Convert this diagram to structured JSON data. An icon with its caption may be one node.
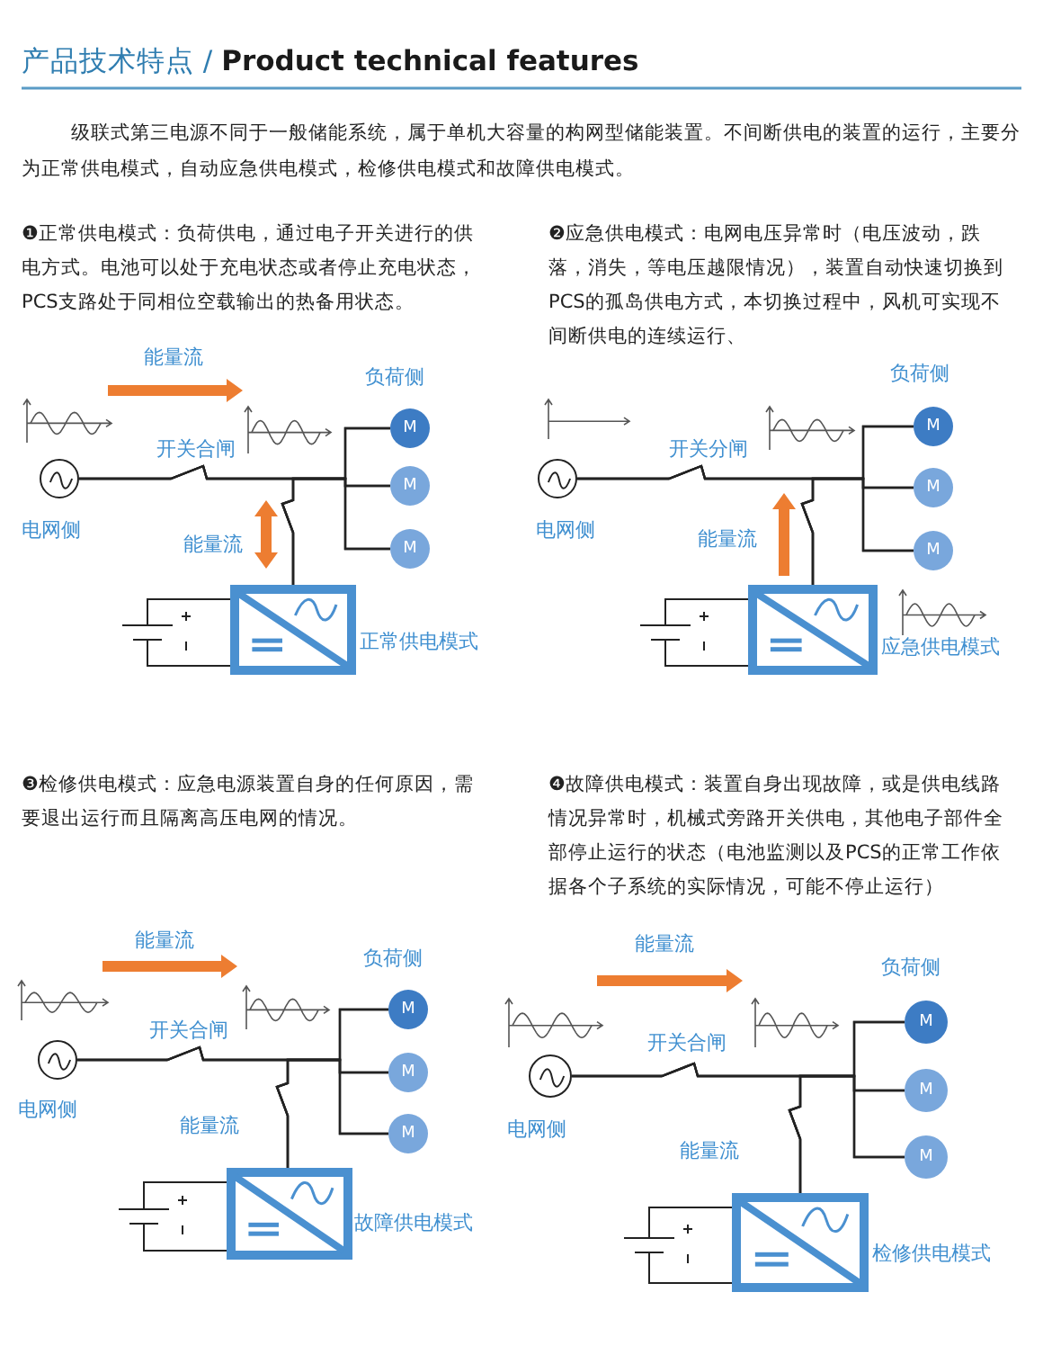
{
  "diagram": {
    "title": "产品技术特点 / **Product technical features**",
    "nodes": [
      {
        "text": [],
        "shape": "circle",
        "beside": [
          "电网侧"
        ]
      },
      {
        "text": [
          "M"
        ]
      },
      {
        "text": [
          "M"
        ]
      },
      {
        "text": [
          "M"
        ]
      },
      {
        "text": [],
        "shape": "box",
        "beside": [
          "正常供电模式"
        ]
      },
      {
        "text": [],
        "shape": "circle",
        "beside": [
          "电网侧"
        ]
      },
      {
        "text": [
          "M"
        ]
      },
      {
        "text": [
          "M"
        ]
      },
      {
        "text": [
          "M"
        ]
      },
      {
        "text": [],
        "shape": "box",
        "beside": [
          "应急供电模式"
        ]
      },
      {
        "text": [],
        "shape": "circle",
        "beside": [
          "电网侧"
        ]
      },
      {
        "text": [
          "M"
        ]
      },
      {
        "text": [
          "M"
        ]
      },
      {
        "text": [
          "M"
        ]
      },
      {
        "text": [],
        "shape": "box",
        "beside": [
          "故障供电模式"
        ]
      },
      {
        "text": [],
        "shape": "circle",
        "beside": [
          "电网侧"
        ]
      },
      {
        "text": [
          "M"
        ]
      },
      {
        "text": [
          "M"
        ]
      },
      {
        "text": [
          "M"
        ]
      },
      {
        "text": [],
        "shape": "box",
        "beside": [
          "检修供电模式"
        ]
      }
    ],
    "edges": [
      {
        "from": 0,
        "to": 1,
        "arrow": "none"
      },
      {
        "from": 0,
        "to": 2,
        "arrow": "none"
      },
      {
        "from": 0,
        "to": 3,
        "arrow": "none"
      },
      {
        "from": 4,
        "to": 1,
        "arrow": "none"
      },
      {
        "from": 4,
        "to": 2,
        "arrow": "none"
      },
      {
        "from": 4,
        "to": 3,
        "arrow": "none"
      },
      {
        "from": 5,
        "to": 6,
        "arrow": "none"
      },
      {
        "from": 5,
        "to": 7,
        "arrow": "none"
      },
      {
        "from": 5,
        "to": 8,
        "arrow": "none"
      },
      {
        "from": 9,
        "to": 6,
        "arrow": "none"
      },
      {
        "from": 9,
        "to": 7,
        "arrow": "none"
      },
      {
        "from": 9,
        "to": 8,
        "arrow": "none"
      },
      {
        "from": 10,
        "to": 11,
        "arrow": "none"
      },
      {
        "from": 10,
        "to": 12,
        "arrow": "none"
      },
      {
        "from": 10,
        "to": 13,
        "arrow": "none"
      },
      {
        "from": 14,
        "to": 11,
        "arrow": "none"
      },
      {
        "from": 14,
        "to": 12,
        "arrow": "none"
      },
      {
        "from": 14,
        "to": 13,
        "arrow": "none"
      },
      {
        "from": 15,
        "to": 16,
        "arrow": "none"
      },
      {
        "from": 15,
        "to": 17,
        "arrow": "none"
      },
      {
        "from": 15,
        "to": 18,
        "arrow": "none"
      },
      {
        "from": 19,
        "to": 16,
        "arrow": "none"
      },
      {
        "from": 19,
        "to": 17,
        "arrow": "none"
      },
      {
        "from": 19,
        "to": 18,
        "arrow": "none"
      }
    ],
    "labels": [
      "级联式第三电源不同于一般储能系统，属于单机大容量的构网型储能装置。不间断供电的装置的运行，主要分为正常供电模式，自动应急供电模式，检修供电模式和故障供电模式。",
      "❶正常供电模式：负荷供电，通过电子开关进行的供电方式。电池可以处于充电状态或者停止充电状态，PCS支路处于同相位空载输出的热备用状态。",
      "❷应急供电模式：电网电压异常时（电压波动，跌落，消失，等电压越限情况），装置自动快速切换到PCS的孤岛供电方式，本切换过程中，风机可实现不间断供电的连续运行、",
      "能量流",
      "负荷侧",
      "开关合闸",
      "能量流",
      "负荷侧",
      "开关分闸",
      "能量流",
      "❸检修供电模式：应急电源装置自身的任何原因，需要退出运行而且隔离高压电网的情况。",
      "❹故障供电模式：装置自身出现故障，或是供电线路情况异常时，机械式旁路开关供电，其他电子部件全部停止运行的状态（电池监测以及PCS的正常工作依据各个子系统的实际情况，可能不停止运行）",
      "能量流",
      "负荷侧",
      "开关合闸",
      "能量流",
      "能量流",
      "负荷侧",
      "开关合闸",
      "能量流"
    ]
  }
}
